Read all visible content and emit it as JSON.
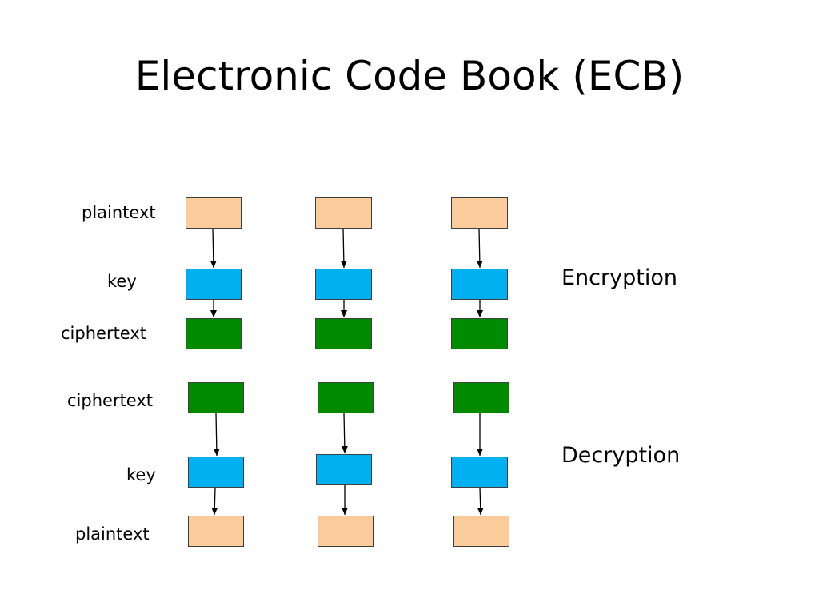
{
  "title": "Electronic Code Book (ECB)",
  "encryption": {
    "label": "Encryption",
    "rows": {
      "plaintext": "plaintext",
      "key": "key",
      "ciphertext": "ciphertext"
    }
  },
  "decryption": {
    "label": "Decryption",
    "rows": {
      "ciphertext": "ciphertext",
      "key": "key",
      "plaintext": "plaintext"
    }
  },
  "colors": {
    "plaintext": "#fbcb9b",
    "key": "#00b0f0",
    "ciphertext": "#008a00"
  }
}
